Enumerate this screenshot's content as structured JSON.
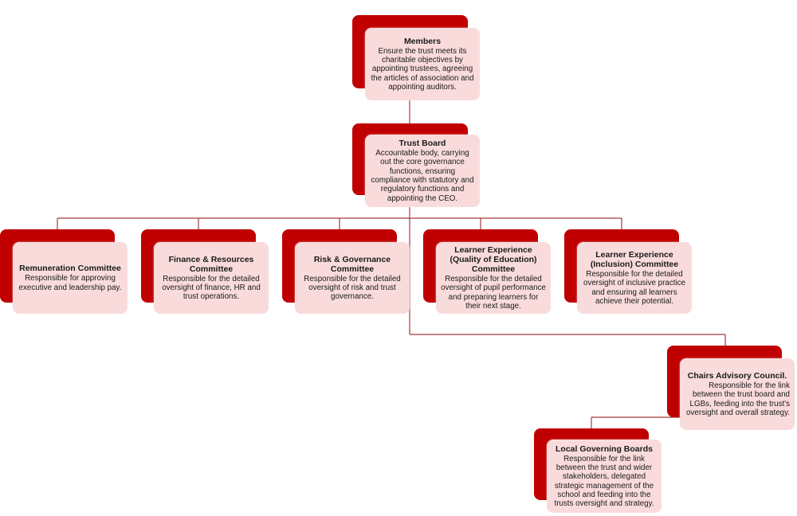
{
  "colors": {
    "accent": "#c00000",
    "box_fill": "#f9dbdc",
    "connector": "#a33a3a"
  },
  "diagram": {
    "members": {
      "title": "Members",
      "description": "Ensure the trust meets its charitable objectives by appointing trustees, agreeing the articles of association and appointing auditors."
    },
    "trust_board": {
      "title": "Trust Board",
      "description": "Accountable body, carrying out the core governance functions, ensuring compliance with statutory and regulatory functions and appointing the CEO."
    },
    "committees": [
      {
        "title": "Remuneration Committee",
        "description": "Responsible for approving executive and leadership pay."
      },
      {
        "title": "Finance & Resources Committee",
        "description": "Responsible for the detailed oversight of finance, HR and trust operations."
      },
      {
        "title": "Risk & Governance Committee",
        "description": "Responsible for the detailed oversight of risk and trust governance."
      },
      {
        "title": "Learner Experience (Quality of Education) Committee",
        "description": "Responsible for the detailed oversight of pupil performance and preparing learners for their next stage."
      },
      {
        "title": "Learner Experience (Inclusion) Committee",
        "description": "Responsible for the detailed oversight of inclusive practice and ensuring all learners achieve their potential."
      }
    ],
    "chairs_council": {
      "title": "Chairs Advisory Council.",
      "description": "Responsible for the link between the trust board and LGBs, feeding into the trust's oversight and overall strategy."
    },
    "local_boards": {
      "title": "Local Governing Boards",
      "description": "Responsible for the link between the trust and wider stakeholders, delegated strategic management of the school and feeding into the trusts oversight and strategy."
    }
  }
}
